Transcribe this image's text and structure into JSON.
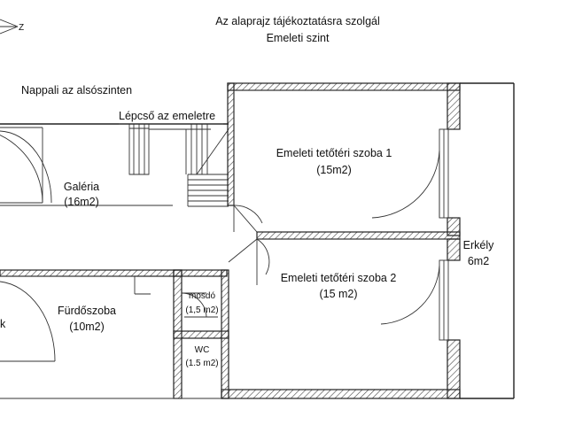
{
  "header": {
    "line1": "Az alaprajz tájékoztatásra szolgál",
    "line2": "Emeleti szint"
  },
  "compass": {
    "letter": "Z"
  },
  "labels": {
    "living_below": "Nappali az alsószinten",
    "stairs": "Lépcső az emeletre",
    "gallery_name": "Galéria",
    "gallery_area": "(16m2)",
    "room1_name": "Emeleti tetőtéri szoba 1",
    "room1_area": "(15m2)",
    "room2_name": "Emeleti tetőtéri szoba 2",
    "room2_area": "(15 m2)",
    "balcony_name": "Erkély",
    "balcony_area": "6m2",
    "bathroom_name": "Fürdőszoba",
    "bathroom_area": "(10m2)",
    "washroom_name": "mosdó",
    "washroom_area": "(1,5 m2)",
    "wc_name": "WC",
    "wc_area": "(1.5 m2)",
    "edge_mark": "k"
  },
  "colors": {
    "wall": "#222222",
    "background": "#ffffff"
  }
}
